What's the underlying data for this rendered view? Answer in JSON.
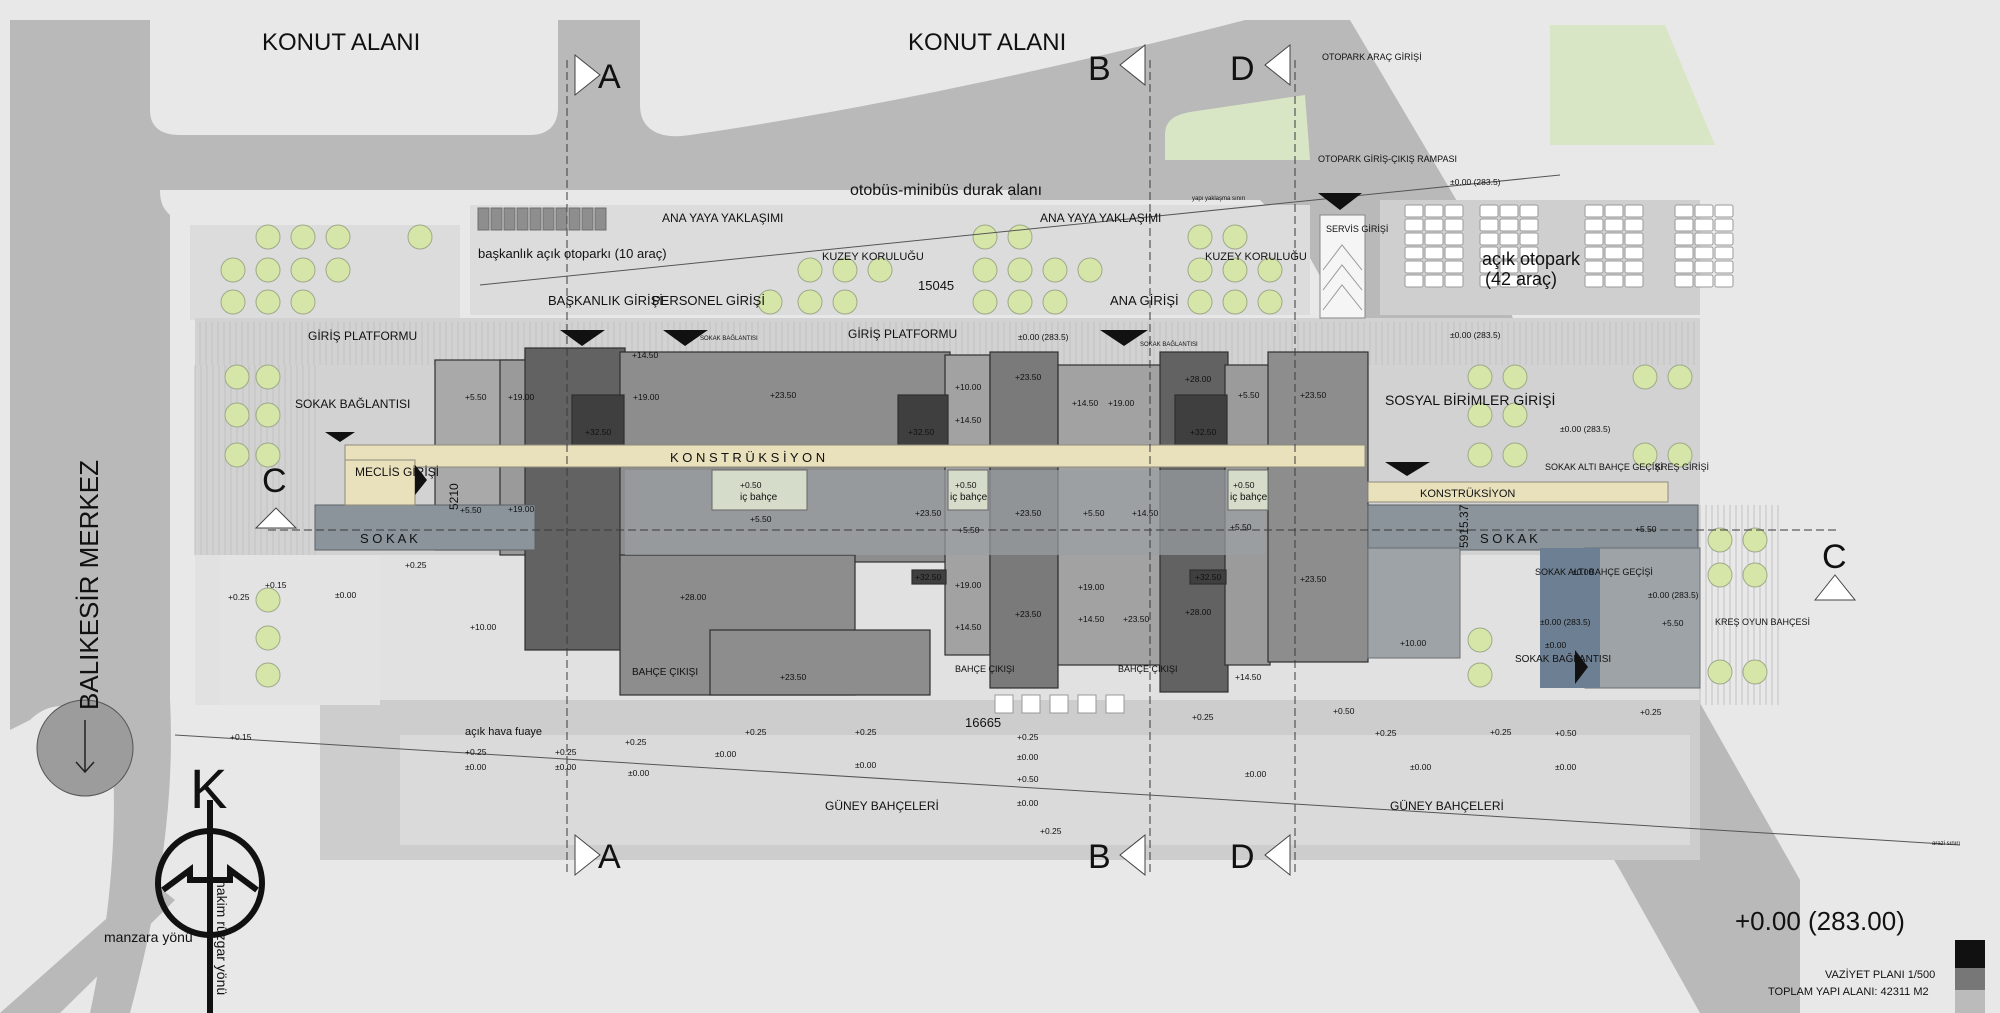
{
  "colors": {
    "road": "#b9b9b9",
    "ground": "#e8e8e8",
    "paper": "#f2f2f2",
    "green": "#d9e6c6",
    "tree": "#d6e6a8",
    "block_dark": "#6c6c6c",
    "block_mid": "#8f8f8f",
    "block_light": "#a4a4a4",
    "block_darkest": "#3f3f3f",
    "street": "#8b949b",
    "construction": "#e9e0bc"
  },
  "context": {
    "residential_left": "KONUT ALANI",
    "residential_right": "KONUT ALANI",
    "bus_stop": "otobüs-minibüs durak alanı",
    "city_center": "BALIKESİR MERKEZ",
    "parking_entry": "OTOPARK ARAÇ GİRİŞİ",
    "parking_ramp": "OTOPARK GİRİŞ-ÇIKIŞ RAMPASI",
    "service_entry": "SERVİS GİRİŞİ",
    "open_parking": "açık otopark",
    "open_parking_count": "(42 araç)",
    "exec_parking": "başkanlık açık otoparkı (10 araç)",
    "approach_1": "ANA YAYA YAKLAŞIMI",
    "approach_2": "ANA YAYA YAKLAŞIMI",
    "grove_1": "KUZEY KORULUĞU",
    "grove_2": "KUZEY KORULUĞU",
    "platform_1": "GİRİŞ PLATFORMU",
    "platform_2": "GİRİŞ PLATFORMU",
    "south_garden_1": "GÜNEY BAHÇELERİ",
    "south_garden_2": "GÜNEY BAHÇELERİ",
    "open_foyer": "açık hava fuaye",
    "kindergarten_garden": "KREŞ OYUN BAHÇESİ",
    "setback": "yapı yaklaşma sınırı",
    "lot_line": "arazi sınırı"
  },
  "entrances": {
    "presidency": "BAŞKANLIK GİRİŞİ",
    "staff": "PERSONEL GİRİŞİ",
    "main": "ANA GİRİŞİ",
    "social": "SOSYAL BİRİMLER GİRİŞİ",
    "assembly": "MECLİS GİRİŞİ",
    "street_link_left": "SOKAK BAĞLANTISI",
    "street_link_right": "SOKAK BAĞLANTISI",
    "street_link_small_1": "SOKAK BAĞLANTISI",
    "street_link_small_2": "SOKAK BAĞLANTISI",
    "kindergarten": "KREŞ GİRİŞİ",
    "underpass_1": "SOKAK ALTI BAHÇE GEÇİŞİ",
    "underpass_2": "SOKAK ALTI BAHÇE GEÇİŞİ",
    "garden_exit_1": "BAHÇE ÇIKIŞI",
    "garden_exit_2": "BAHÇE ÇIKIŞI",
    "garden_exit_3": "BAHÇE ÇIKIŞI"
  },
  "building": {
    "construction_1": "K O N S T R Ü K S İ Y O N",
    "construction_2": "KONSTRÜKSİYON",
    "street_left": "S O K A K",
    "street_right": "S O K A K",
    "courtyard_1": "iç bahçe",
    "courtyard_2": "iç bahçe",
    "courtyard_3": "iç bahçe"
  },
  "dimensions": {
    "d_15045": "15045",
    "d_16665": "16665",
    "d_5210": "5210",
    "d_5915": "5915.37"
  },
  "elevations": [
    "+23.50",
    "+28.00",
    "+32.50",
    "+19.00",
    "+14.50",
    "+10.00",
    "+5.50",
    "+0.50",
    "+0.25",
    "+0.15",
    "±0.00",
    "±0.00 (283.5)"
  ],
  "sections": {
    "a_top": "A",
    "a_bottom": "A",
    "b_top": "B",
    "b_bottom": "B",
    "c_left": "C",
    "c_right": "C",
    "d_top": "D",
    "d_bottom": "D"
  },
  "compass": {
    "north": "K",
    "view": "manzara yönü",
    "wind": "hakim rüzgar yönü"
  },
  "title_block": {
    "datum": "+0.00 (283.00)",
    "plan_name": "VAZİYET PLANI 1/500",
    "total_area": "TOPLAM YAPI ALANI: 42311 M2"
  }
}
